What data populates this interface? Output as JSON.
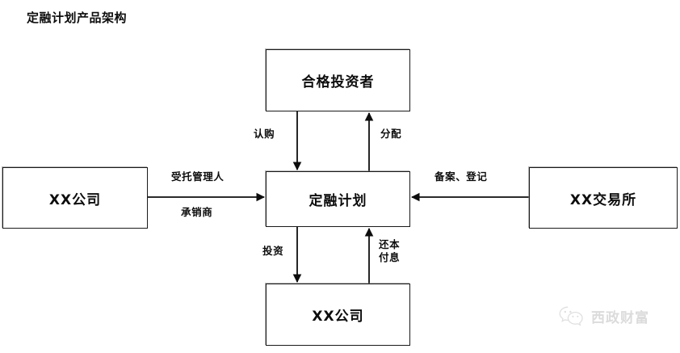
{
  "page": {
    "title": "定融计划产品架构",
    "background_color": "#ffffff",
    "line_color": "#1a1a1a",
    "text_color": "#0d0d0d"
  },
  "nodes": {
    "top": {
      "label": "合格投资者"
    },
    "center": {
      "label": "定融计划"
    },
    "left": {
      "label": "XX公司"
    },
    "right": {
      "label": "XX交易所"
    },
    "bottom": {
      "label": "XX公司"
    }
  },
  "edges": {
    "subscribe": {
      "label": "认购",
      "from": "top",
      "to": "center",
      "direction": "down"
    },
    "distribute": {
      "label": "分配",
      "from": "center",
      "to": "top",
      "direction": "up"
    },
    "trustee": {
      "label": "受托管理人",
      "from": "left",
      "to": "center",
      "direction": "right"
    },
    "underwrite": {
      "label": "承销商",
      "from": "left",
      "to": "center",
      "direction": "right"
    },
    "filing": {
      "label": "备案、登记",
      "from": "right",
      "to": "center",
      "direction": "left"
    },
    "invest": {
      "label": "投资",
      "from": "center",
      "to": "bottom",
      "direction": "down"
    },
    "repay": {
      "label_line1": "还本",
      "label_line2": "付息",
      "from": "bottom",
      "to": "center",
      "direction": "up"
    }
  },
  "watermark": {
    "text": "西政财富",
    "icon": "wechat-icon",
    "color": "#8a8a8a"
  }
}
